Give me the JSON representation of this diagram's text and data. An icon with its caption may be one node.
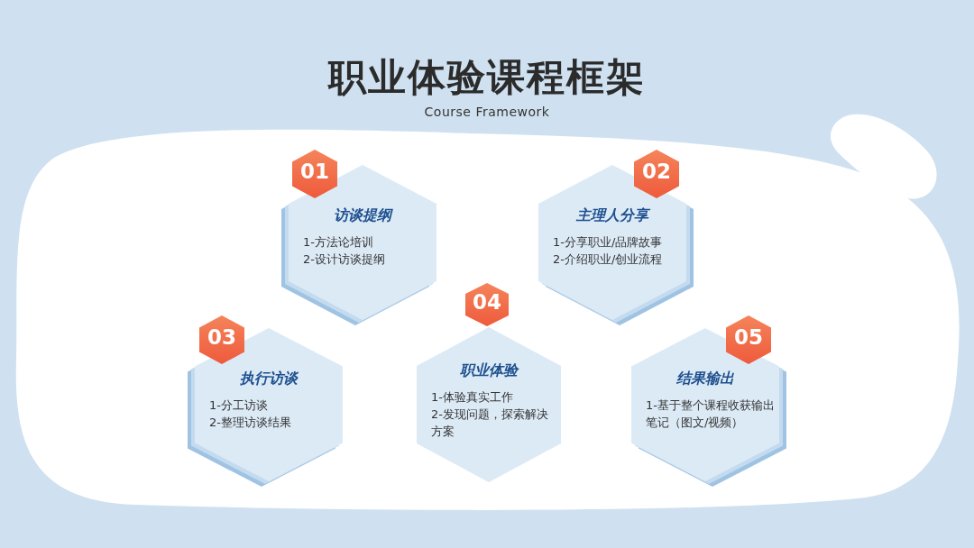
{
  "diagram": {
    "title": "职业体验课程框架",
    "nodes": [
      {
        "text": [
          "01"
        ]
      },
      {
        "text": [
          "访谈提纲",
          "1-方法论培训",
          "2-设计访谈提纲"
        ]
      },
      {
        "text": [
          "02"
        ]
      },
      {
        "text": [
          "主理人分享",
          "1-分享职业/品牌故事",
          "2-介绍职业/创业流程"
        ]
      },
      {
        "text": [
          "04"
        ]
      },
      {
        "text": [
          "03"
        ]
      },
      {
        "text": [
          "执行访谈",
          "1-分工访谈",
          "2-整理访谈结果"
        ]
      },
      {
        "text": [
          "05"
        ]
      },
      {
        "text": [
          "职业体验",
          "1-体验真实工作",
          "2-发现问题，探索解决方案"
        ]
      },
      {
        "text": [
          "结果输出",
          "1-基于整个课程收获输出笔记（图文/视频）"
        ]
      }
    ],
    "labels": [
      "Course Framework"
    ]
  }
}
